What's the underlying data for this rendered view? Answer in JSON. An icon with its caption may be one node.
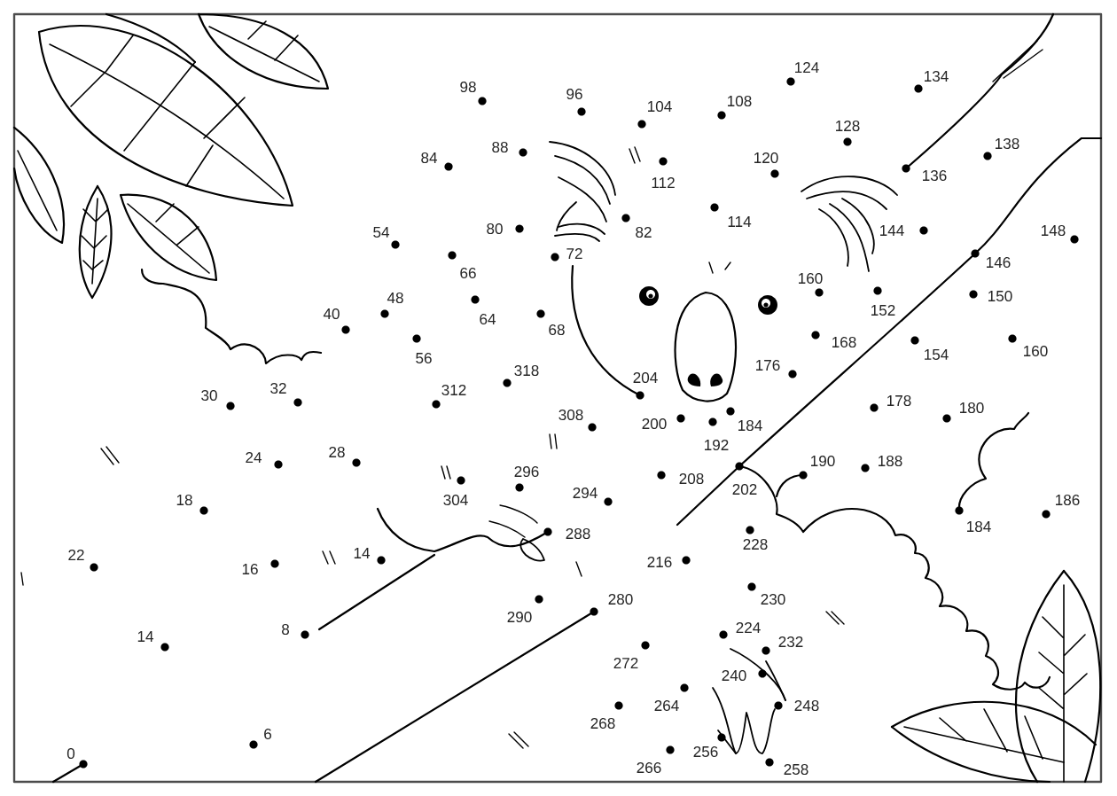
{
  "diagram": {
    "labels": [
      "124",
      "134",
      "98",
      "96",
      "104",
      "108",
      "128",
      "138",
      "88",
      "84",
      "112",
      "120",
      "136",
      "114",
      "82",
      "80",
      "144",
      "148",
      "54",
      "72",
      "66",
      "146",
      "160",
      "152",
      "150",
      "48",
      "64",
      "68",
      "40",
      "168",
      "154",
      "160",
      "56",
      "176",
      "318",
      "204",
      "312",
      "30",
      "32",
      "178",
      "180",
      "308",
      "200",
      "184",
      "192",
      "24",
      "28",
      "304",
      "296",
      "190",
      "188",
      "208",
      "202",
      "18",
      "294",
      "184",
      "186",
      "288",
      "228",
      "22",
      "16",
      "14",
      "216",
      "290",
      "280",
      "230",
      "8",
      "14",
      "224",
      "232",
      "272",
      "240",
      "264",
      "248",
      "268",
      "6",
      "256",
      "266",
      "258",
      "0"
    ]
  }
}
